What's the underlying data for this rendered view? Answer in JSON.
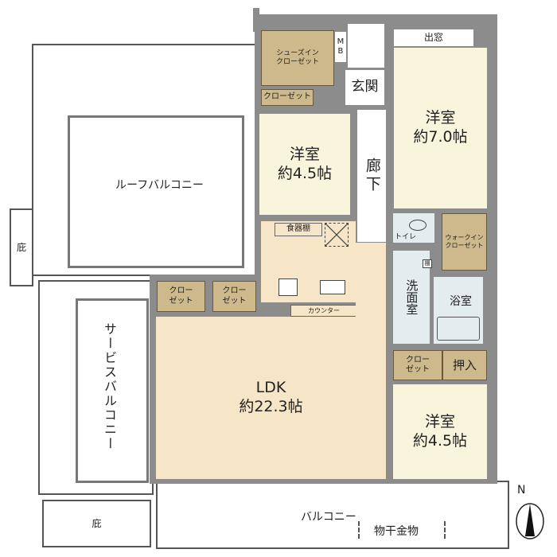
{
  "rooms": {
    "roof_balcony": "ルーフバルコニー",
    "eave_left": "庇",
    "service_balcony": "サービスバルコニー",
    "eave_bottom": "庇",
    "balcony": "バルコニー",
    "clothes_rail": "物干金物",
    "shoe_closet": "シューズイン\nクローゼット",
    "mb": "M\nB",
    "entrance": "玄関",
    "closet_top": "クローゼット",
    "western_room_1": {
      "name": "洋室",
      "size": "約4.5帖"
    },
    "hallway": "廊下",
    "bay_window": "出窓",
    "western_room_2": {
      "name": "洋室",
      "size": "約7.0帖"
    },
    "toilet": "トイレ",
    "walkin_closet": "ウォークイン\nクローゼット",
    "cupboard": "食器棚",
    "counter": "カウンター",
    "washroom": "洗面室",
    "shelf": "棚",
    "bathroom": "浴室",
    "ldk_closet_1": "クロー\nゼット",
    "ldk_closet_2": "クロー\nゼット",
    "ldk": {
      "name": "LDK",
      "size": "約22.3帖"
    },
    "closet_right": "クロー\nゼット",
    "oshiire": "押入",
    "western_room_3": {
      "name": "洋室",
      "size": "約4.5帖"
    }
  },
  "compass": {
    "label": "N"
  },
  "colors": {
    "wall": "#8c8c8c",
    "western": "#f8f5dc",
    "ldk": "#f6e5c6",
    "closet": "#cdb98c",
    "wet": "#e3ecef"
  }
}
